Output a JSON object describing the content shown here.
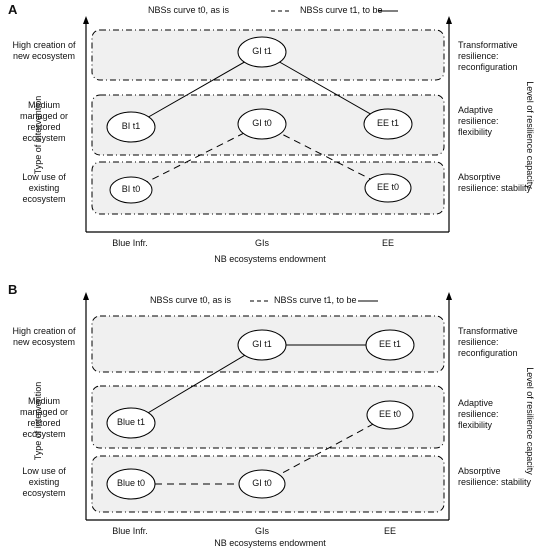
{
  "panels": [
    {
      "letter": "A",
      "legend_asis": "NBSs curve t0, as is",
      "legend_tobe": "NBSs curve t1, to be",
      "y_axis_label": "Type of intervention",
      "x_axis_label": "NB ecosystems endowment",
      "right_axis_label": "Level of resilience capacity",
      "rows": [
        {
          "left": "High creation of new ecosystem",
          "right": "Transformative resilience: reconfiguration"
        },
        {
          "left": "Medium managed or restored ecosystem",
          "right": "Adaptive resilience: flexibility"
        },
        {
          "left": "Low use of existing ecosystem",
          "right": "Absorptive resilience: stability"
        }
      ],
      "columns": [
        "Blue Infr.",
        "GIs",
        "EE"
      ],
      "nodes": {
        "gi_t1": "GI t1",
        "bi_t1": "BI t1",
        "gi_t0": "GI t0",
        "ee_t1": "EE t1",
        "bi_t0": "BI t0",
        "ee_t0": "EE t0"
      }
    },
    {
      "letter": "B",
      "legend_asis": "NBSs curve t0, as is",
      "legend_tobe": "NBSs curve t1, to be",
      "y_axis_label": "Type of intervention",
      "x_axis_label": "NB ecosystems endowment",
      "right_axis_label": "Level of resilience capacity",
      "rows": [
        {
          "left": "High creation of new ecosystem",
          "right": "Transformative resilience: reconfiguration"
        },
        {
          "left": "Medium managed or restored ecosystem",
          "right": "Adaptive resilience: flexibility"
        },
        {
          "left": "Low use of existing ecosystem",
          "right": "Absorptive resilience: stability"
        }
      ],
      "columns": [
        "Blue Infr.",
        "GIs",
        "EE"
      ],
      "nodes": {
        "gi_t1": "GI t1",
        "ee_t1": "EE t1",
        "blue_t1": "Blue t1",
        "ee_t0": "EE t0",
        "blue_t0": "Blue t0",
        "gi_t0": "GI t0"
      }
    }
  ]
}
